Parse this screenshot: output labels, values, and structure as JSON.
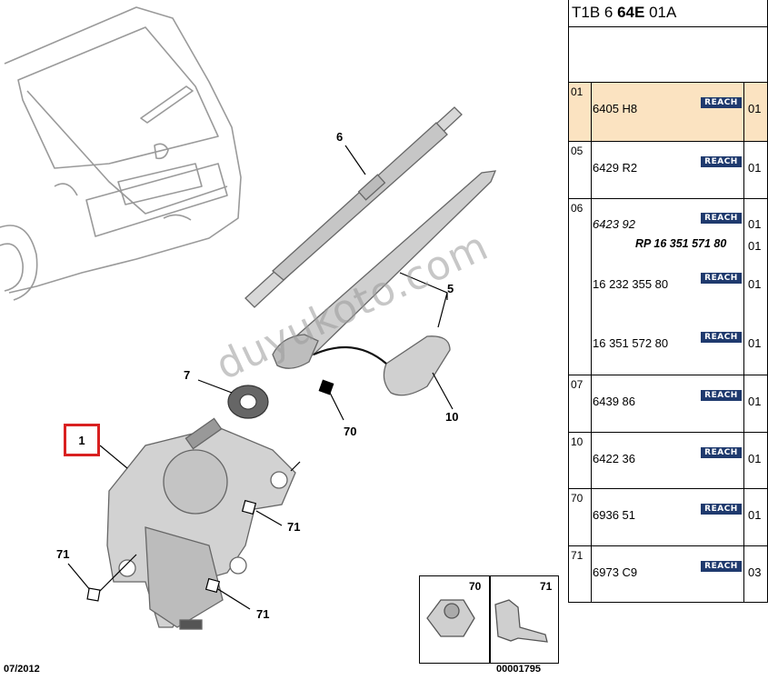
{
  "diagram": {
    "callouts": {
      "c1": "1",
      "c5": "5",
      "c6": "6",
      "c7": "7",
      "c10": "10",
      "c70": "70",
      "c71a": "71",
      "c71b": "71",
      "c71c": "71"
    },
    "date": "07/2012",
    "ref_no": "00001795",
    "legend": {
      "left_label": "70",
      "right_label": "71"
    },
    "watermark": "duyukoto.com"
  },
  "parts_table": {
    "header": {
      "prefix": "T1B 6 ",
      "bold": "64E",
      "suffix": " 01A"
    },
    "badge_label": "REACH",
    "rows": [
      {
        "pos": "01",
        "lines": [
          {
            "part": "6405 H8",
            "qty": "01",
            "italic": false,
            "badge": true
          }
        ],
        "highlight": true
      },
      {
        "pos": "05",
        "lines": [
          {
            "part": "6429 R2",
            "qty": "01",
            "italic": false,
            "badge": true
          }
        ]
      },
      {
        "pos": "06",
        "lines": [
          {
            "part": "6423 92",
            "qty": "01",
            "italic": true,
            "badge": true
          },
          {
            "part": "RP 16 351 571 80",
            "qty": "01",
            "italic": true,
            "badge": false
          },
          {
            "part": "16 232 355 80",
            "qty": "01",
            "italic": false,
            "badge": true
          },
          {
            "part": "16 351 572 80",
            "qty": "01",
            "italic": false,
            "badge": true
          }
        ]
      },
      {
        "pos": "07",
        "lines": [
          {
            "part": "6439 86",
            "qty": "01",
            "italic": false,
            "badge": true
          }
        ]
      },
      {
        "pos": "10",
        "lines": [
          {
            "part": "6422 36",
            "qty": "01",
            "italic": false,
            "badge": true
          }
        ]
      },
      {
        "pos": "70",
        "lines": [
          {
            "part": "6936 51",
            "qty": "01",
            "italic": false,
            "badge": true
          }
        ]
      },
      {
        "pos": "71",
        "lines": [
          {
            "part": "6973 C9",
            "qty": "03",
            "italic": false,
            "badge": true
          }
        ]
      }
    ]
  },
  "colors": {
    "highlight": "#fbe3c1",
    "badge": "#1f3a6e",
    "callout_frame": "#d92020"
  }
}
